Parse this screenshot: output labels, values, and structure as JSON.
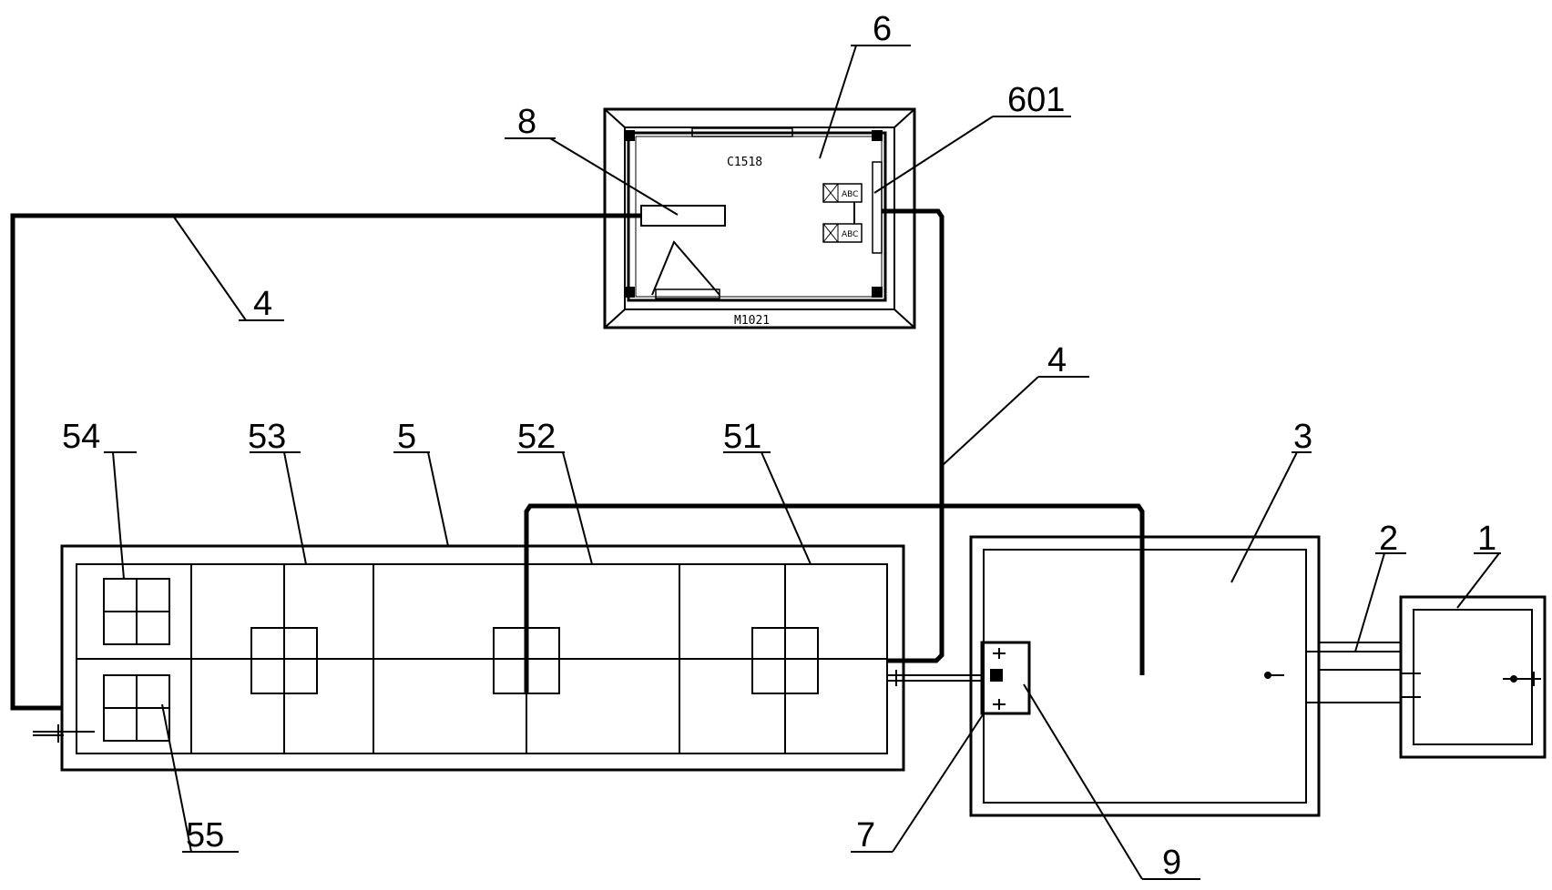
{
  "labels": {
    "l1": "1",
    "l2": "2",
    "l3": "3",
    "l4a": "4",
    "l4b": "4",
    "l5": "5",
    "l51": "51",
    "l52": "52",
    "l53": "53",
    "l54": "54",
    "l55": "55",
    "l6": "6",
    "l601": "601",
    "l7": "7",
    "l8": "8",
    "l9": "9"
  },
  "room_marks": {
    "window_code": "C1518",
    "door_code": "M1021",
    "device_code": "ABC"
  },
  "colors": {
    "line": "#000000",
    "background": "#ffffff"
  }
}
